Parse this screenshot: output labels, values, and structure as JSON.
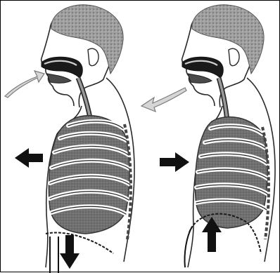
{
  "panels": [
    {
      "id": "inhale",
      "air_direction": "in",
      "chest_motion": "outward",
      "diaphragm_motion": "down"
    },
    {
      "id": "exhale",
      "air_direction": "out",
      "chest_motion": "inward",
      "diaphragm_motion": "up"
    }
  ],
  "colors": {
    "hair": "#9a9a9a",
    "skin": "#ffffff",
    "outline": "#2a2a2a",
    "lung": "#6e6e6e",
    "rib": "#ffffff",
    "airway": "#8a8a8a",
    "arrow_solid": "#111111",
    "arrow_air": "#c8c8c8"
  },
  "icons": {
    "air_arrow": "outlined-arrow",
    "chest_arrow": "solid-arrow",
    "diaphragm_arrow": "solid-arrow"
  }
}
